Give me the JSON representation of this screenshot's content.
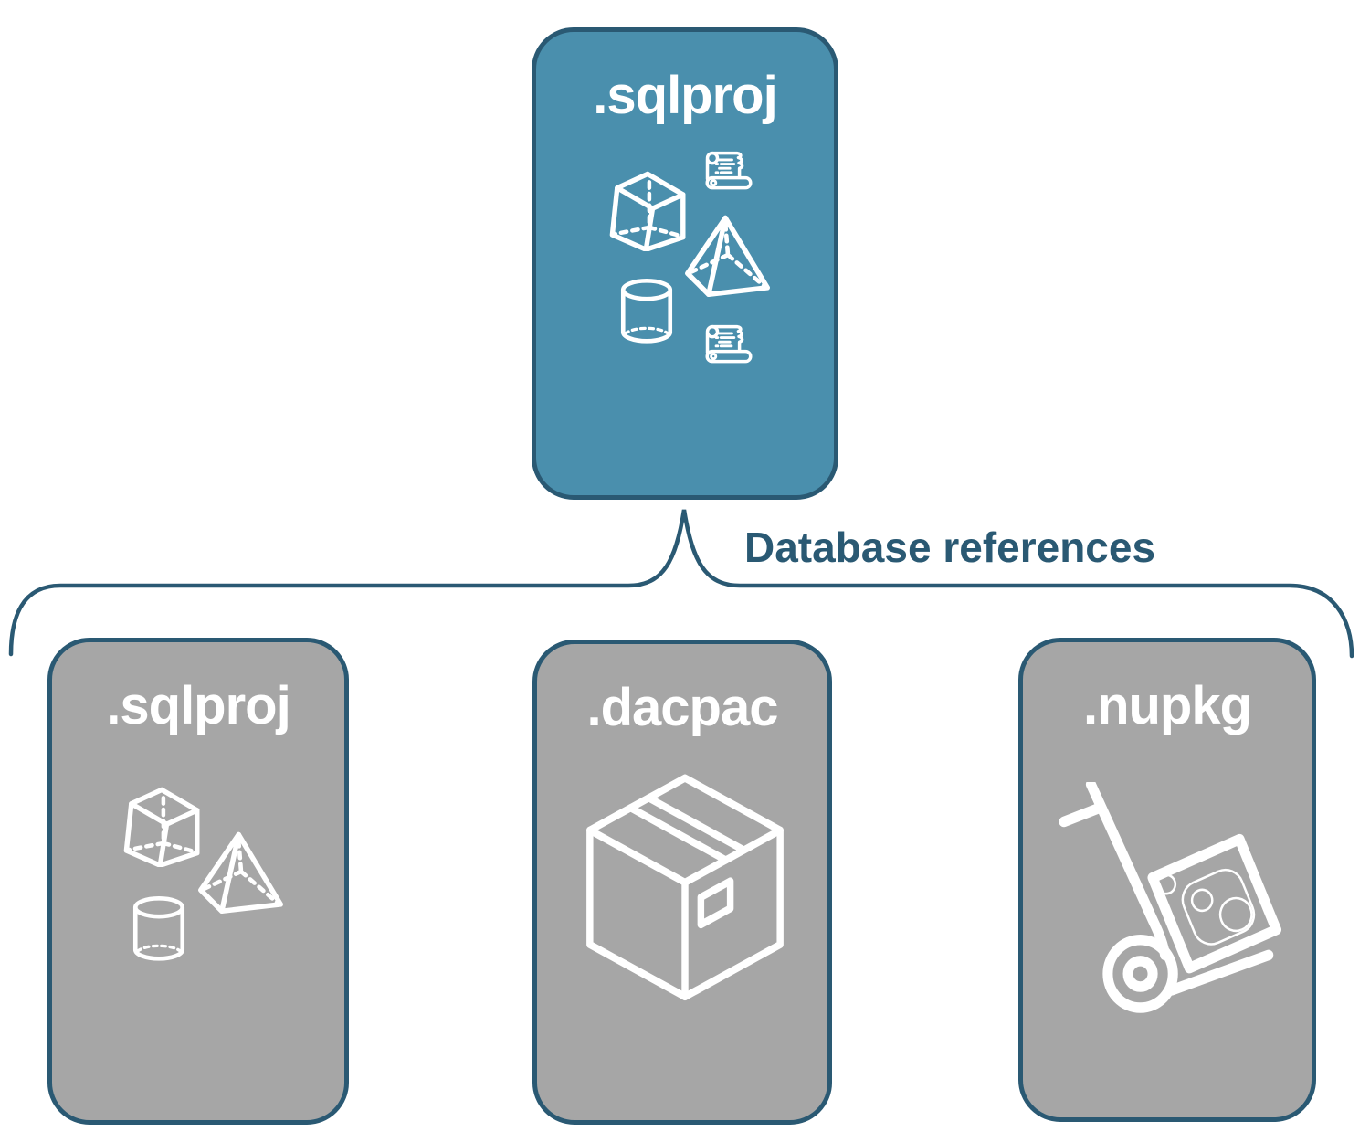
{
  "connector": {
    "label": "Database references"
  },
  "cards": {
    "main": {
      "title": ".sqlproj",
      "icons": [
        "cube-icon",
        "scroll-icon",
        "pyramid-icon",
        "cylinder-icon",
        "scroll-icon"
      ]
    },
    "children": [
      {
        "title": ".sqlproj",
        "icons": [
          "cube-icon",
          "pyramid-icon",
          "cylinder-icon"
        ]
      },
      {
        "title": ".dacpac",
        "icons": [
          "package-box-icon"
        ]
      },
      {
        "title": ".nupkg",
        "icons": [
          "nuget-hand-truck-icon"
        ]
      }
    ]
  },
  "colors": {
    "background": "#FFFFFF",
    "main_card_fill": "#4A8FAD",
    "child_card_fill": "#A6A6A6",
    "card_border": "#2A5973",
    "card_text": "#FFFFFF",
    "connector_line": "#2A5973",
    "connector_label_text": "#2A5973",
    "icon_stroke": "#FFFFFF"
  }
}
